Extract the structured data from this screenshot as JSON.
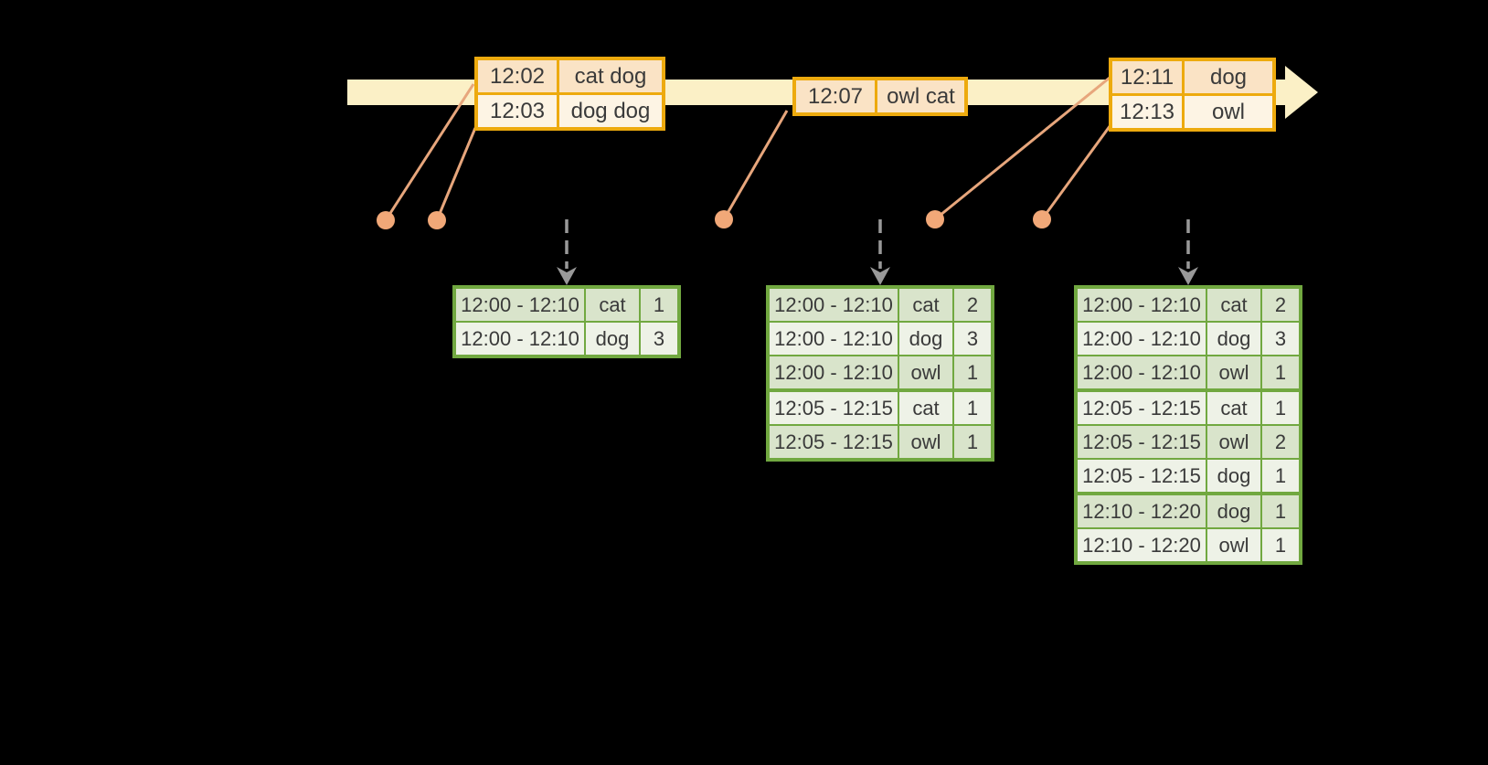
{
  "colors": {
    "background": "#000000",
    "timeline_fill": "#fbf0c6",
    "event_border": "#edaa0e",
    "event_row_peach": "#fae3c5",
    "event_row_cream": "#fdf4e4",
    "connector": "#e7a67c",
    "dot": "#f1a878",
    "trigger_arrow": "#999999",
    "result_border": "#71a840",
    "result_row_dark": "#d9e4cb",
    "result_row_light": "#eef2e7",
    "text": "#3a3a3a"
  },
  "icons": {
    "timeline_arrowhead": "right-arrow",
    "trigger_pointer": "dashed-down-arrow",
    "event_marker": "filled-circle-dot"
  },
  "event_batches": [
    {
      "rows": [
        {
          "time": "12:02",
          "words": "cat dog"
        },
        {
          "time": "12:03",
          "words": "dog dog"
        }
      ]
    },
    {
      "rows": [
        {
          "time": "12:07",
          "words": "owl cat"
        }
      ]
    },
    {
      "rows": [
        {
          "time": "12:11",
          "words": "dog"
        },
        {
          "time": "12:13",
          "words": "owl"
        }
      ]
    }
  ],
  "result_tables": [
    {
      "group_breaks": [],
      "rows": [
        {
          "window": "12:00 - 12:10",
          "word": "cat",
          "count": "1"
        },
        {
          "window": "12:00 - 12:10",
          "word": "dog",
          "count": "3"
        }
      ]
    },
    {
      "group_breaks": [
        3
      ],
      "rows": [
        {
          "window": "12:00 - 12:10",
          "word": "cat",
          "count": "2"
        },
        {
          "window": "12:00 - 12:10",
          "word": "dog",
          "count": "3"
        },
        {
          "window": "12:00 - 12:10",
          "word": "owl",
          "count": "1"
        },
        {
          "window": "12:05 - 12:15",
          "word": "cat",
          "count": "1"
        },
        {
          "window": "12:05 - 12:15",
          "word": "owl",
          "count": "1"
        }
      ]
    },
    {
      "group_breaks": [
        3,
        6
      ],
      "rows": [
        {
          "window": "12:00 - 12:10",
          "word": "cat",
          "count": "2"
        },
        {
          "window": "12:00 - 12:10",
          "word": "dog",
          "count": "3"
        },
        {
          "window": "12:00 - 12:10",
          "word": "owl",
          "count": "1"
        },
        {
          "window": "12:05 - 12:15",
          "word": "cat",
          "count": "1"
        },
        {
          "window": "12:05 - 12:15",
          "word": "owl",
          "count": "2"
        },
        {
          "window": "12:05 - 12:15",
          "word": "dog",
          "count": "1"
        },
        {
          "window": "12:10 - 12:20",
          "word": "dog",
          "count": "1"
        },
        {
          "window": "12:10 - 12:20",
          "word": "owl",
          "count": "1"
        }
      ]
    }
  ]
}
